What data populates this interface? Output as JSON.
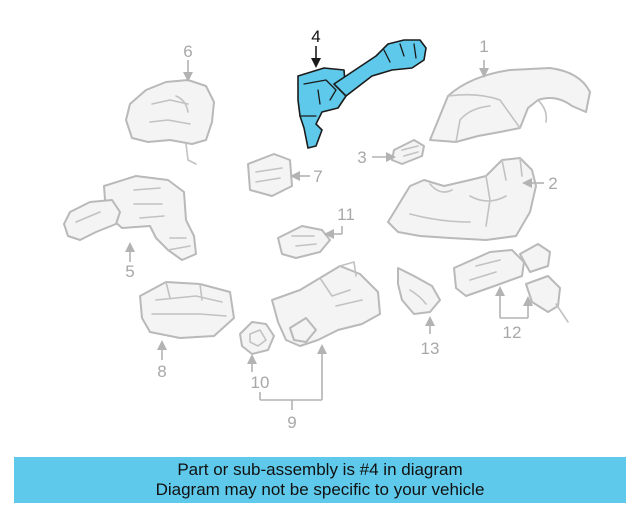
{
  "diagram": {
    "callouts": [
      {
        "id": "1",
        "label": "1"
      },
      {
        "id": "2",
        "label": "2"
      },
      {
        "id": "3",
        "label": "3"
      },
      {
        "id": "4",
        "label": "4"
      },
      {
        "id": "5",
        "label": "5"
      },
      {
        "id": "6",
        "label": "6"
      },
      {
        "id": "7",
        "label": "7"
      },
      {
        "id": "8",
        "label": "8"
      },
      {
        "id": "9",
        "label": "9"
      },
      {
        "id": "10",
        "label": "10"
      },
      {
        "id": "11",
        "label": "11"
      },
      {
        "id": "12",
        "label": "12"
      },
      {
        "id": "13",
        "label": "13"
      }
    ],
    "highlighted_part": "4",
    "colors": {
      "highlight": "#5ec9ea",
      "part_fill": "#f4f4f4",
      "part_outline": "#b9b9b9",
      "label_grey": "#a8a8a8",
      "highlight_outline": "#1b1b1b"
    }
  },
  "banner": {
    "line1": "Part or sub-assembly is #4 in diagram",
    "line2": "Diagram may not be specific to your vehicle",
    "color": "#5ec9ea"
  }
}
